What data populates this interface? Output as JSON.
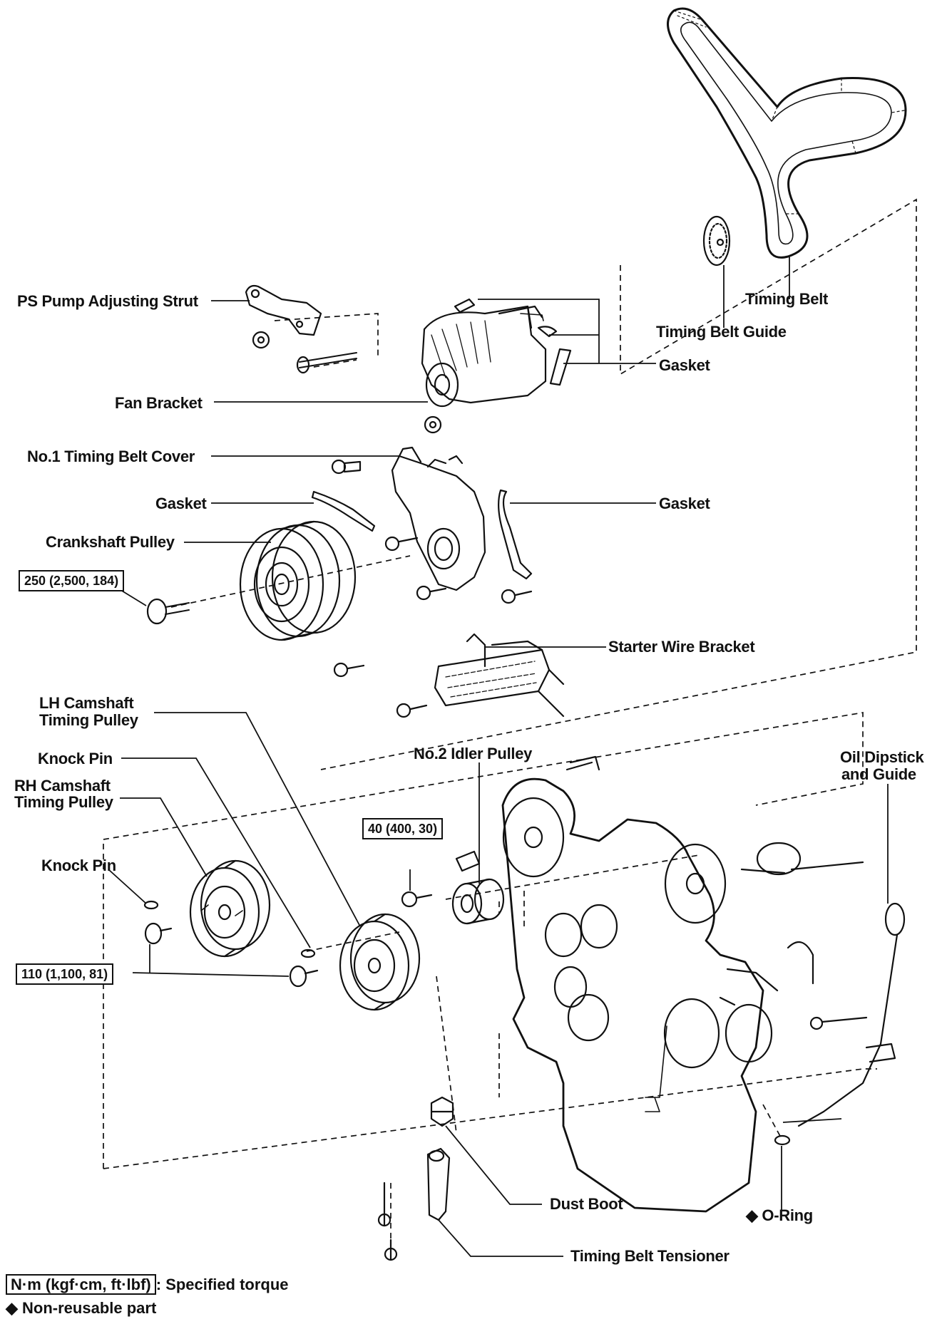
{
  "labels": {
    "ps_pump_strut": "PS Pump Adjusting Strut",
    "timing_belt": "Timing Belt",
    "timing_belt_guide": "Timing Belt Guide",
    "gasket_top": "Gasket",
    "fan_bracket": "Fan Bracket",
    "no1_cover": "No.1 Timing Belt Cover",
    "gasket_left": "Gasket",
    "gasket_right": "Gasket",
    "crank_pulley": "Crankshaft Pulley",
    "starter_wire_bracket": "Starter Wire Bracket",
    "lh_cam_line1": "LH Camshaft",
    "lh_cam_line2": "Timing Pulley",
    "knock_pin_1": "Knock Pin",
    "no2_idler": "No.2 Idler Pulley",
    "oil_dipstick_line1": "Oil Dipstick",
    "oil_dipstick_line2": "and Guide",
    "rh_cam_line1": "RH Camshaft",
    "rh_cam_line2": "Timing Pulley",
    "knock_pin_2": "Knock Pin",
    "dust_boot": "Dust Boot",
    "o_ring": "◆ O-Ring",
    "tensioner": "Timing Belt Tensioner"
  },
  "torques": {
    "crank_bolt": "250 (2,500, 184)",
    "idler_bolt": "40 (400, 30)",
    "cam_bolt": "110 (1,100, 81)"
  },
  "legend": {
    "torque_unit": "N·m (kgf·cm, ft·lbf)",
    "torque_desc": ": Specified torque",
    "non_reusable": "◆ Non-reusable part"
  }
}
